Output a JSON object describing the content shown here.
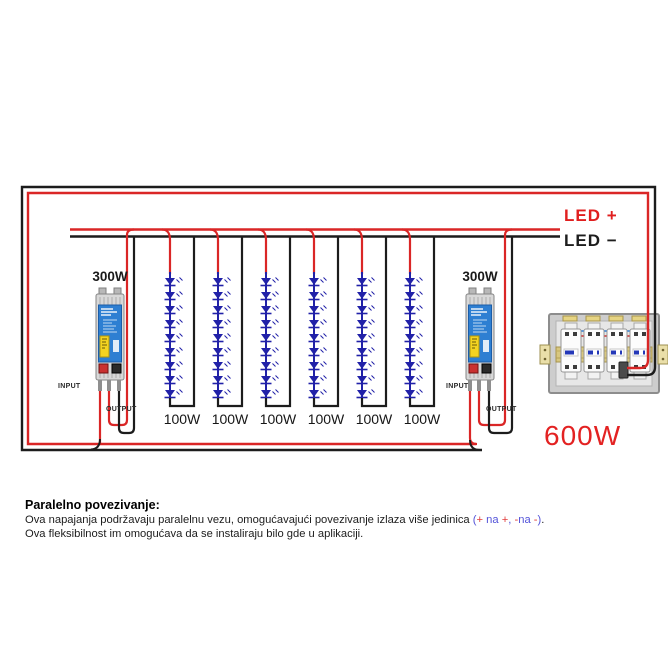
{
  "diagram": {
    "psu_left": {
      "power": "300W",
      "input_label": "INPUT",
      "output_label": "OUTPUT"
    },
    "psu_right": {
      "power": "300W",
      "input_label": "INPUT",
      "output_label": "OUTPUT"
    },
    "bus": {
      "positive_label": "LED +",
      "negative_label": "LED −"
    },
    "strips": {
      "labels": [
        "100W",
        "100W",
        "100W",
        "100W",
        "100W",
        "100W"
      ]
    },
    "total_power": "600W"
  },
  "description": {
    "title": "Paralelno povezivanje:",
    "line1_pre": "Ova napajanja podržavaju paralelnu vezu, omogućavajući povezivanje izlaza više jedinica ",
    "highlight": {
      "open": "(",
      "plus1": "+",
      "na1": " na ",
      "plus2": "+",
      "comma": ", ",
      "minus1": "-",
      "na2": "na ",
      "minus2": "-",
      "close": ")"
    },
    "line1_end": ".",
    "line2": "Ova fleksibilnost im omogućava da se instaliraju bilo gde u aplikaciji."
  },
  "colors": {
    "wire_positive": "#da2626",
    "wire_negative": "#1c1c1c",
    "led_blue": "#2121a8",
    "highlight_red": "#e23b3b",
    "highlight_blue": "#5353d9",
    "total_red": "#e32222"
  }
}
